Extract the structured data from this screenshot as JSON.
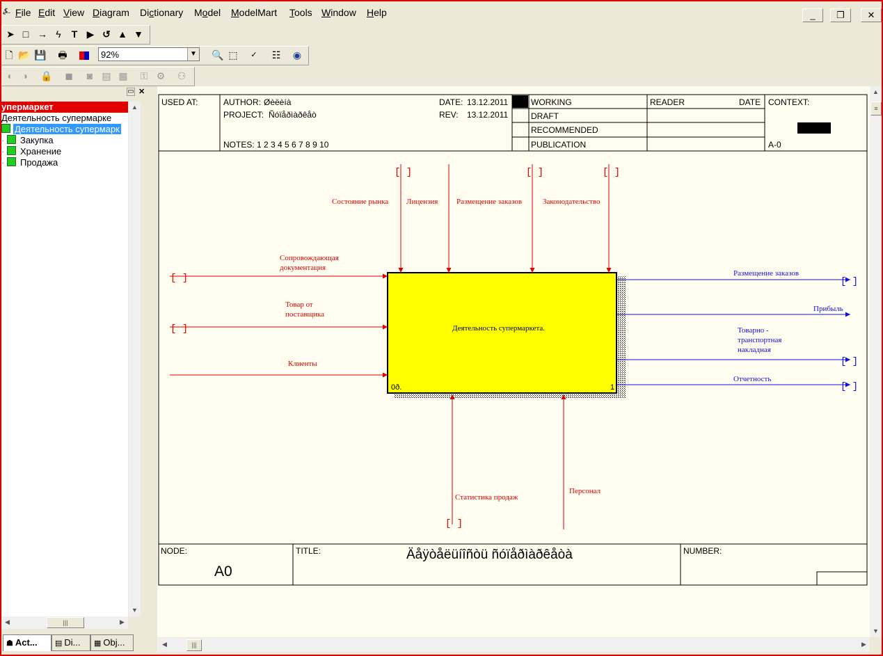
{
  "menu": {
    "items": [
      "File",
      "Edit",
      "View",
      "Diagram",
      "Dictionary",
      "Model",
      "ModelMart",
      "Tools",
      "Window",
      "Help"
    ],
    "underline": [
      "F",
      "E",
      "V",
      "D",
      "c",
      "o",
      "M",
      "T",
      "W",
      "H"
    ]
  },
  "window_buttons": {
    "minimize": "_",
    "restore": "❐",
    "close": "✕"
  },
  "toolbar": {
    "zoom_value": "92%",
    "zoom_arrow": "▼"
  },
  "tree": {
    "header": "упермаркет",
    "root": "Деятельность супермарке",
    "selected": "Деятельность супермарк",
    "children": [
      "Закупка",
      "Хранение",
      "Продажа"
    ]
  },
  "tabs": [
    {
      "label": "Act..."
    },
    {
      "label": "Di..."
    },
    {
      "label": "Obj..."
    }
  ],
  "frame": {
    "used_at": "USED AT:",
    "author_label": "AUTHOR:",
    "author": "Øèëèíà",
    "project_label": "PROJECT:",
    "project": "Ñóïåðìàðêåò",
    "date_label": "DATE:",
    "date": "13.12.2011",
    "rev_label": "REV:",
    "rev": "13.12.2011",
    "notes": "NOTES:  1  2  3  4  5  6  7  8  9  10",
    "status": [
      "WORKING",
      "DRAFT",
      "RECOMMENDED",
      "PUBLICATION"
    ],
    "reader": "READER",
    "date2": "DATE",
    "context": "CONTEXT:",
    "context_node": "A-0",
    "node_label": "NODE:",
    "node": "A0",
    "title_label": "TITLE:",
    "title": "Äåÿòåëüíîñòü ñóïåðìàðêåòà",
    "number_label": "NUMBER:"
  },
  "activity": {
    "name": "Деятельность супермаркета.",
    "cost": "0ð.",
    "number": "1"
  },
  "arrows": {
    "controls": [
      "Состояние рынка",
      "Лицензия",
      "Размещение заказов",
      "Законодательство"
    ],
    "inputs": [
      "Сопровождающая\nдокументация",
      "Товар от\nпоставщика",
      "Клиенты"
    ],
    "outputs": [
      "Размещение заказов",
      "Прибыль",
      "Товарно -\nтранспортная\nнакладная",
      "Отчетность"
    ],
    "mechanisms": [
      "Статистика продаж",
      "Персонал"
    ]
  },
  "colors": {
    "input": "#e00000",
    "output": "#1010e0",
    "box": "#ffff00"
  }
}
